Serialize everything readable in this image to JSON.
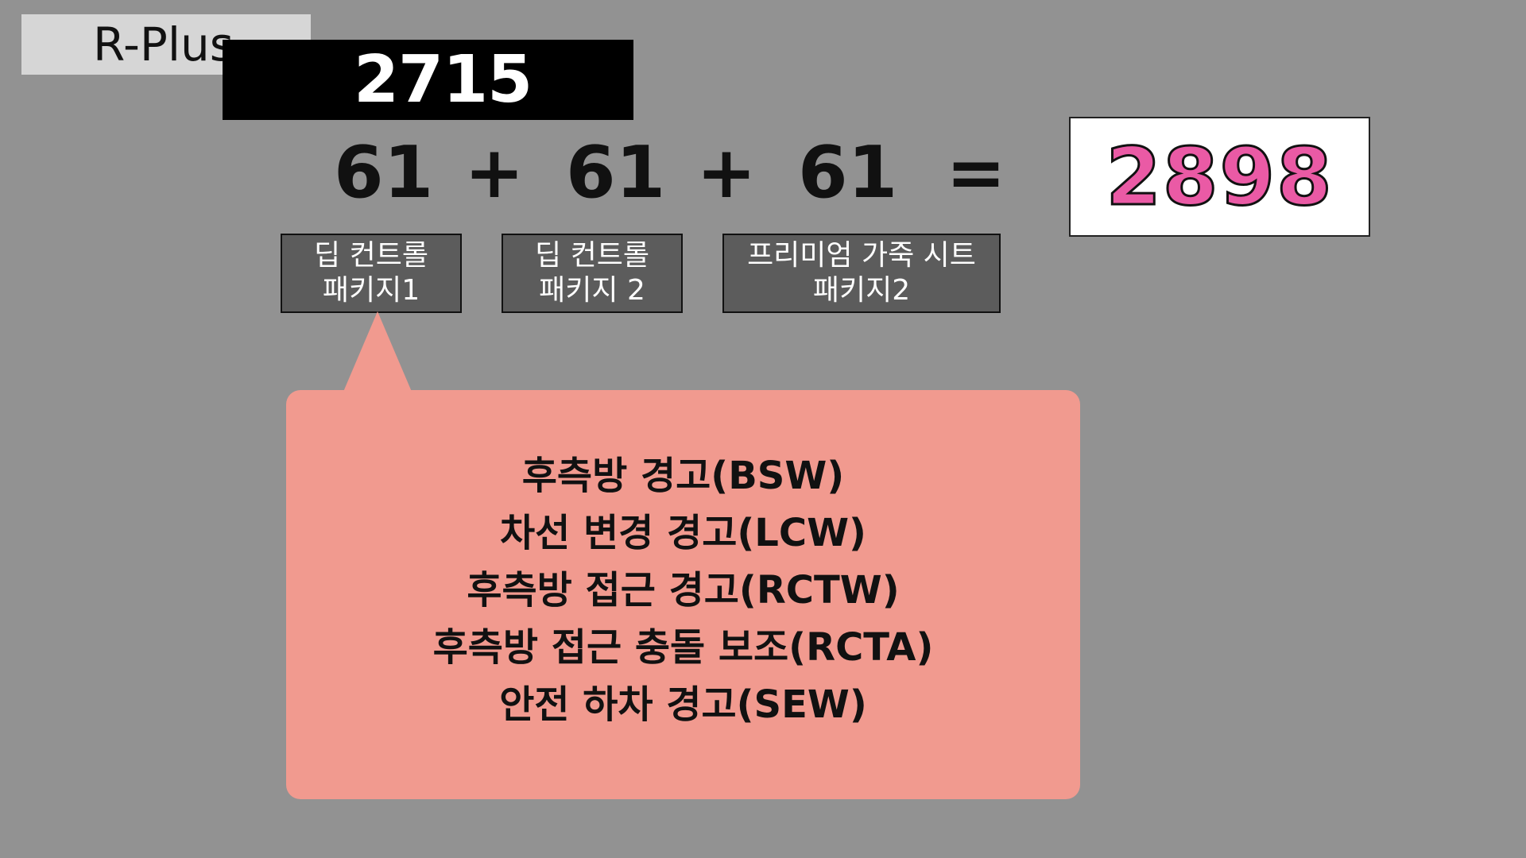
{
  "trim": {
    "label": "R-Plus",
    "base_price": "2715"
  },
  "equation": {
    "terms": [
      "61",
      "61",
      "61"
    ],
    "plus_symbol": "+",
    "equals_symbol": "=",
    "result": "2898"
  },
  "packages": [
    {
      "line1": "딥 컨트롤",
      "line2": "패키지1"
    },
    {
      "line1": "딥 컨트롤",
      "line2": "패키지 2"
    },
    {
      "line1": "프리미엄 가죽 시트",
      "line2": "패키지2"
    }
  ],
  "callout": {
    "features": [
      "후측방 경고(BSW)",
      "차선 변경 경고(LCW)",
      "후측방 접근 경고(RCTW)",
      "후측방 접근 충돌 보조(RCTA)",
      "안전 하차 경고(SEW)"
    ]
  },
  "colors": {
    "background": "#929292",
    "result_text": "#ea5aa5",
    "callout_bg": "#f19a8f",
    "package_bg": "#5c5c5c"
  }
}
